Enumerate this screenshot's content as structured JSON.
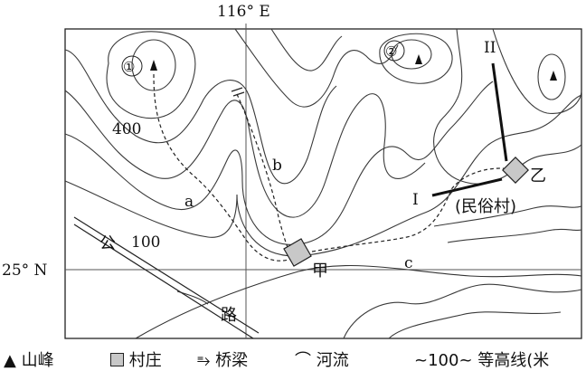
{
  "coords": {
    "longitude": "116° E",
    "latitude": "25° N"
  },
  "contour_labels": {
    "c400": "400",
    "c100": "100"
  },
  "peaks": {
    "p1": "①",
    "p2": "②"
  },
  "paths": {
    "a": "a",
    "b": "b",
    "c": "c"
  },
  "routes": {
    "I": "I",
    "II": "II"
  },
  "places": {
    "jia": "甲",
    "yi": "乙",
    "folk_village": "(民俗村)"
  },
  "road": {
    "gong": "公",
    "lu": "路"
  },
  "legend": {
    "peak": "山峰",
    "village": "村庄",
    "bridge": "桥梁",
    "river": "河流",
    "contour_sample": "~100~",
    "contour": "等高线(米"
  }
}
